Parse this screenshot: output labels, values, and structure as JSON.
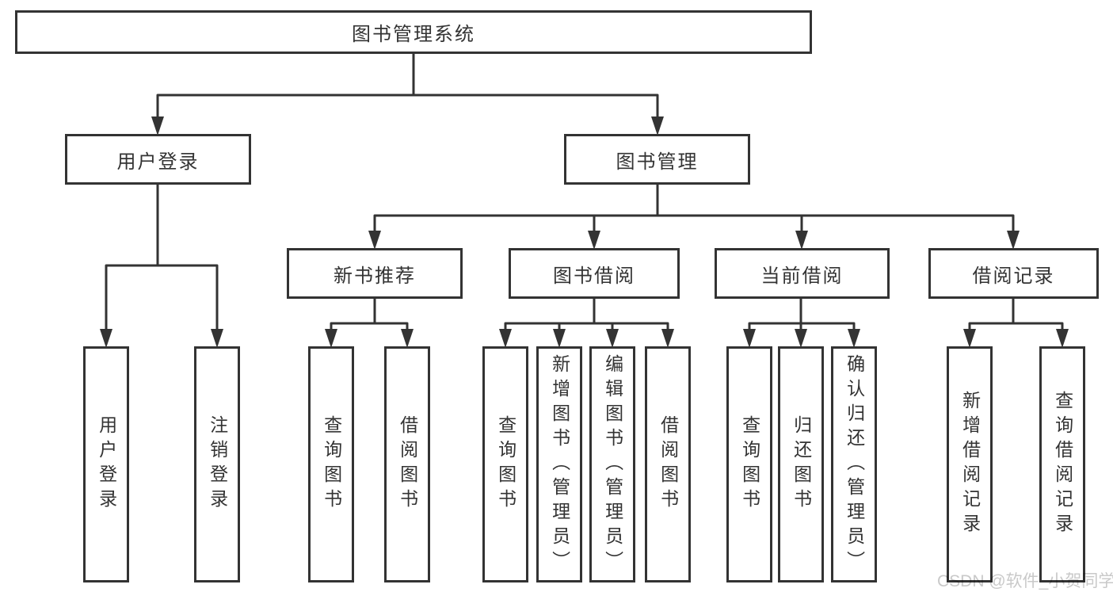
{
  "diagram_type": "functional-structure-tree",
  "colors": {
    "background": "#ffffff",
    "line": "#333333",
    "box_border": "#333333",
    "text": "#333333",
    "watermark": "#c9c9c9"
  },
  "tree": {
    "label": "图书管理系统",
    "children": [
      {
        "label": "用户登录",
        "children": [
          {
            "label": "用户登录"
          },
          {
            "label": "注销登录"
          }
        ]
      },
      {
        "label": "图书管理",
        "children": [
          {
            "label": "新书推荐",
            "children": [
              {
                "label": "查询图书"
              },
              {
                "label": "借阅图书"
              }
            ]
          },
          {
            "label": "图书借阅",
            "children": [
              {
                "label": "查询图书"
              },
              {
                "label": "新增图书（管理员）"
              },
              {
                "label": "编辑图书（管理员）"
              },
              {
                "label": "借阅图书"
              }
            ]
          },
          {
            "label": "当前借阅",
            "children": [
              {
                "label": "查询图书"
              },
              {
                "label": "归还图书"
              },
              {
                "label": "确认归还（管理员）"
              }
            ]
          },
          {
            "label": "借阅记录",
            "children": [
              {
                "label": "新增借阅记录"
              },
              {
                "label": "查询借阅记录"
              }
            ]
          }
        ]
      }
    ]
  },
  "watermark": {
    "text": "CSDN @软件_小贺同学"
  }
}
